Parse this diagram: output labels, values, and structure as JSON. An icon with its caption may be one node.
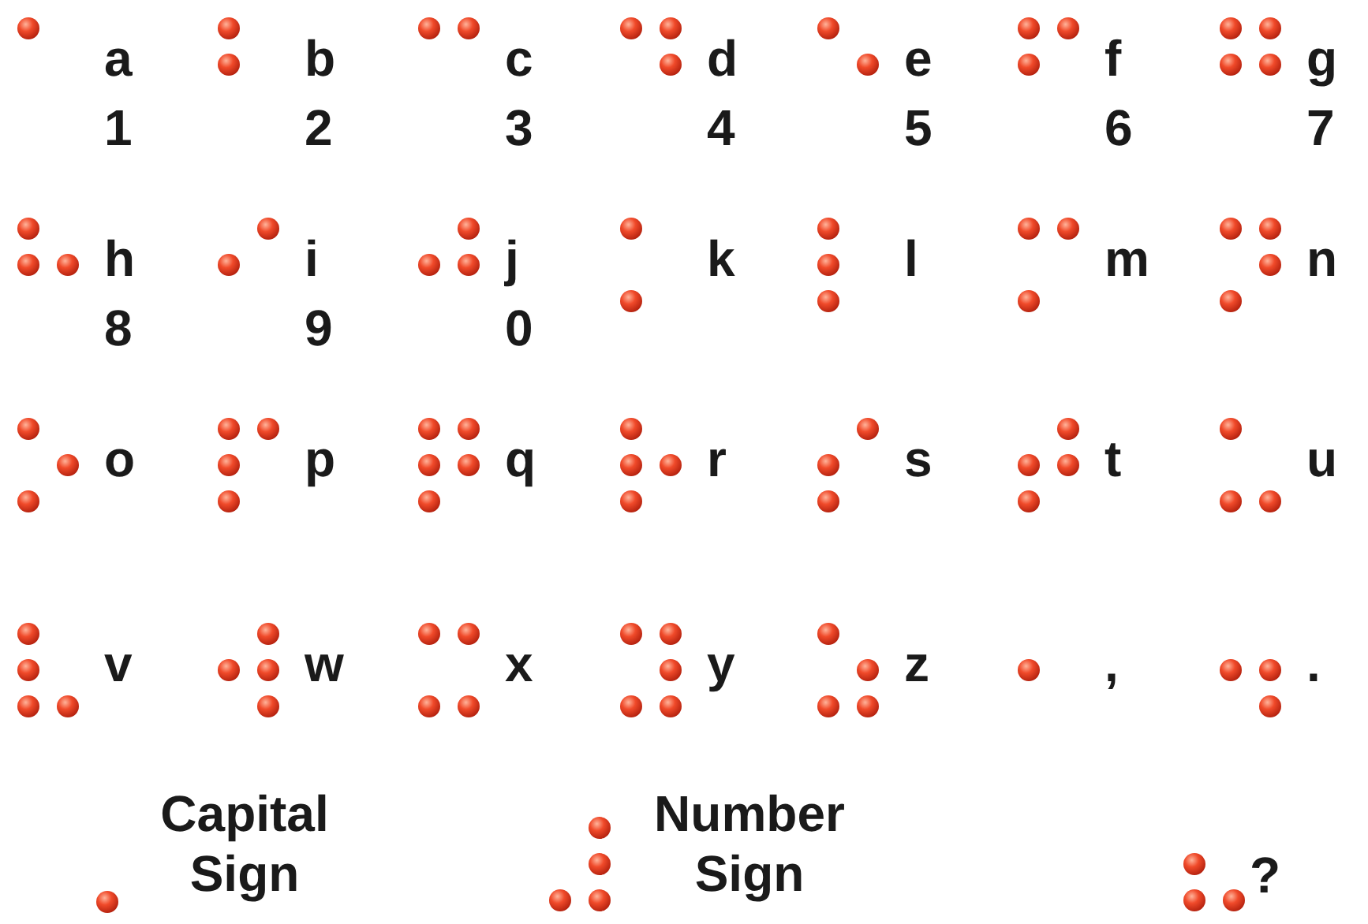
{
  "diagram": {
    "labels": [
      "a",
      "b",
      "c",
      "d",
      "e",
      "f",
      "g",
      "1",
      "2",
      "3",
      "4",
      "5",
      "6",
      "7",
      "h",
      "i",
      "j",
      "k",
      "l",
      "m",
      "n",
      "8",
      "9",
      "0",
      "o",
      "p",
      "q",
      "r",
      "s",
      "t",
      "u",
      "v",
      "w",
      "x",
      "y",
      "z",
      ",",
      ".",
      "Capital Sign",
      "Number Sign",
      "?"
    ]
  }
}
